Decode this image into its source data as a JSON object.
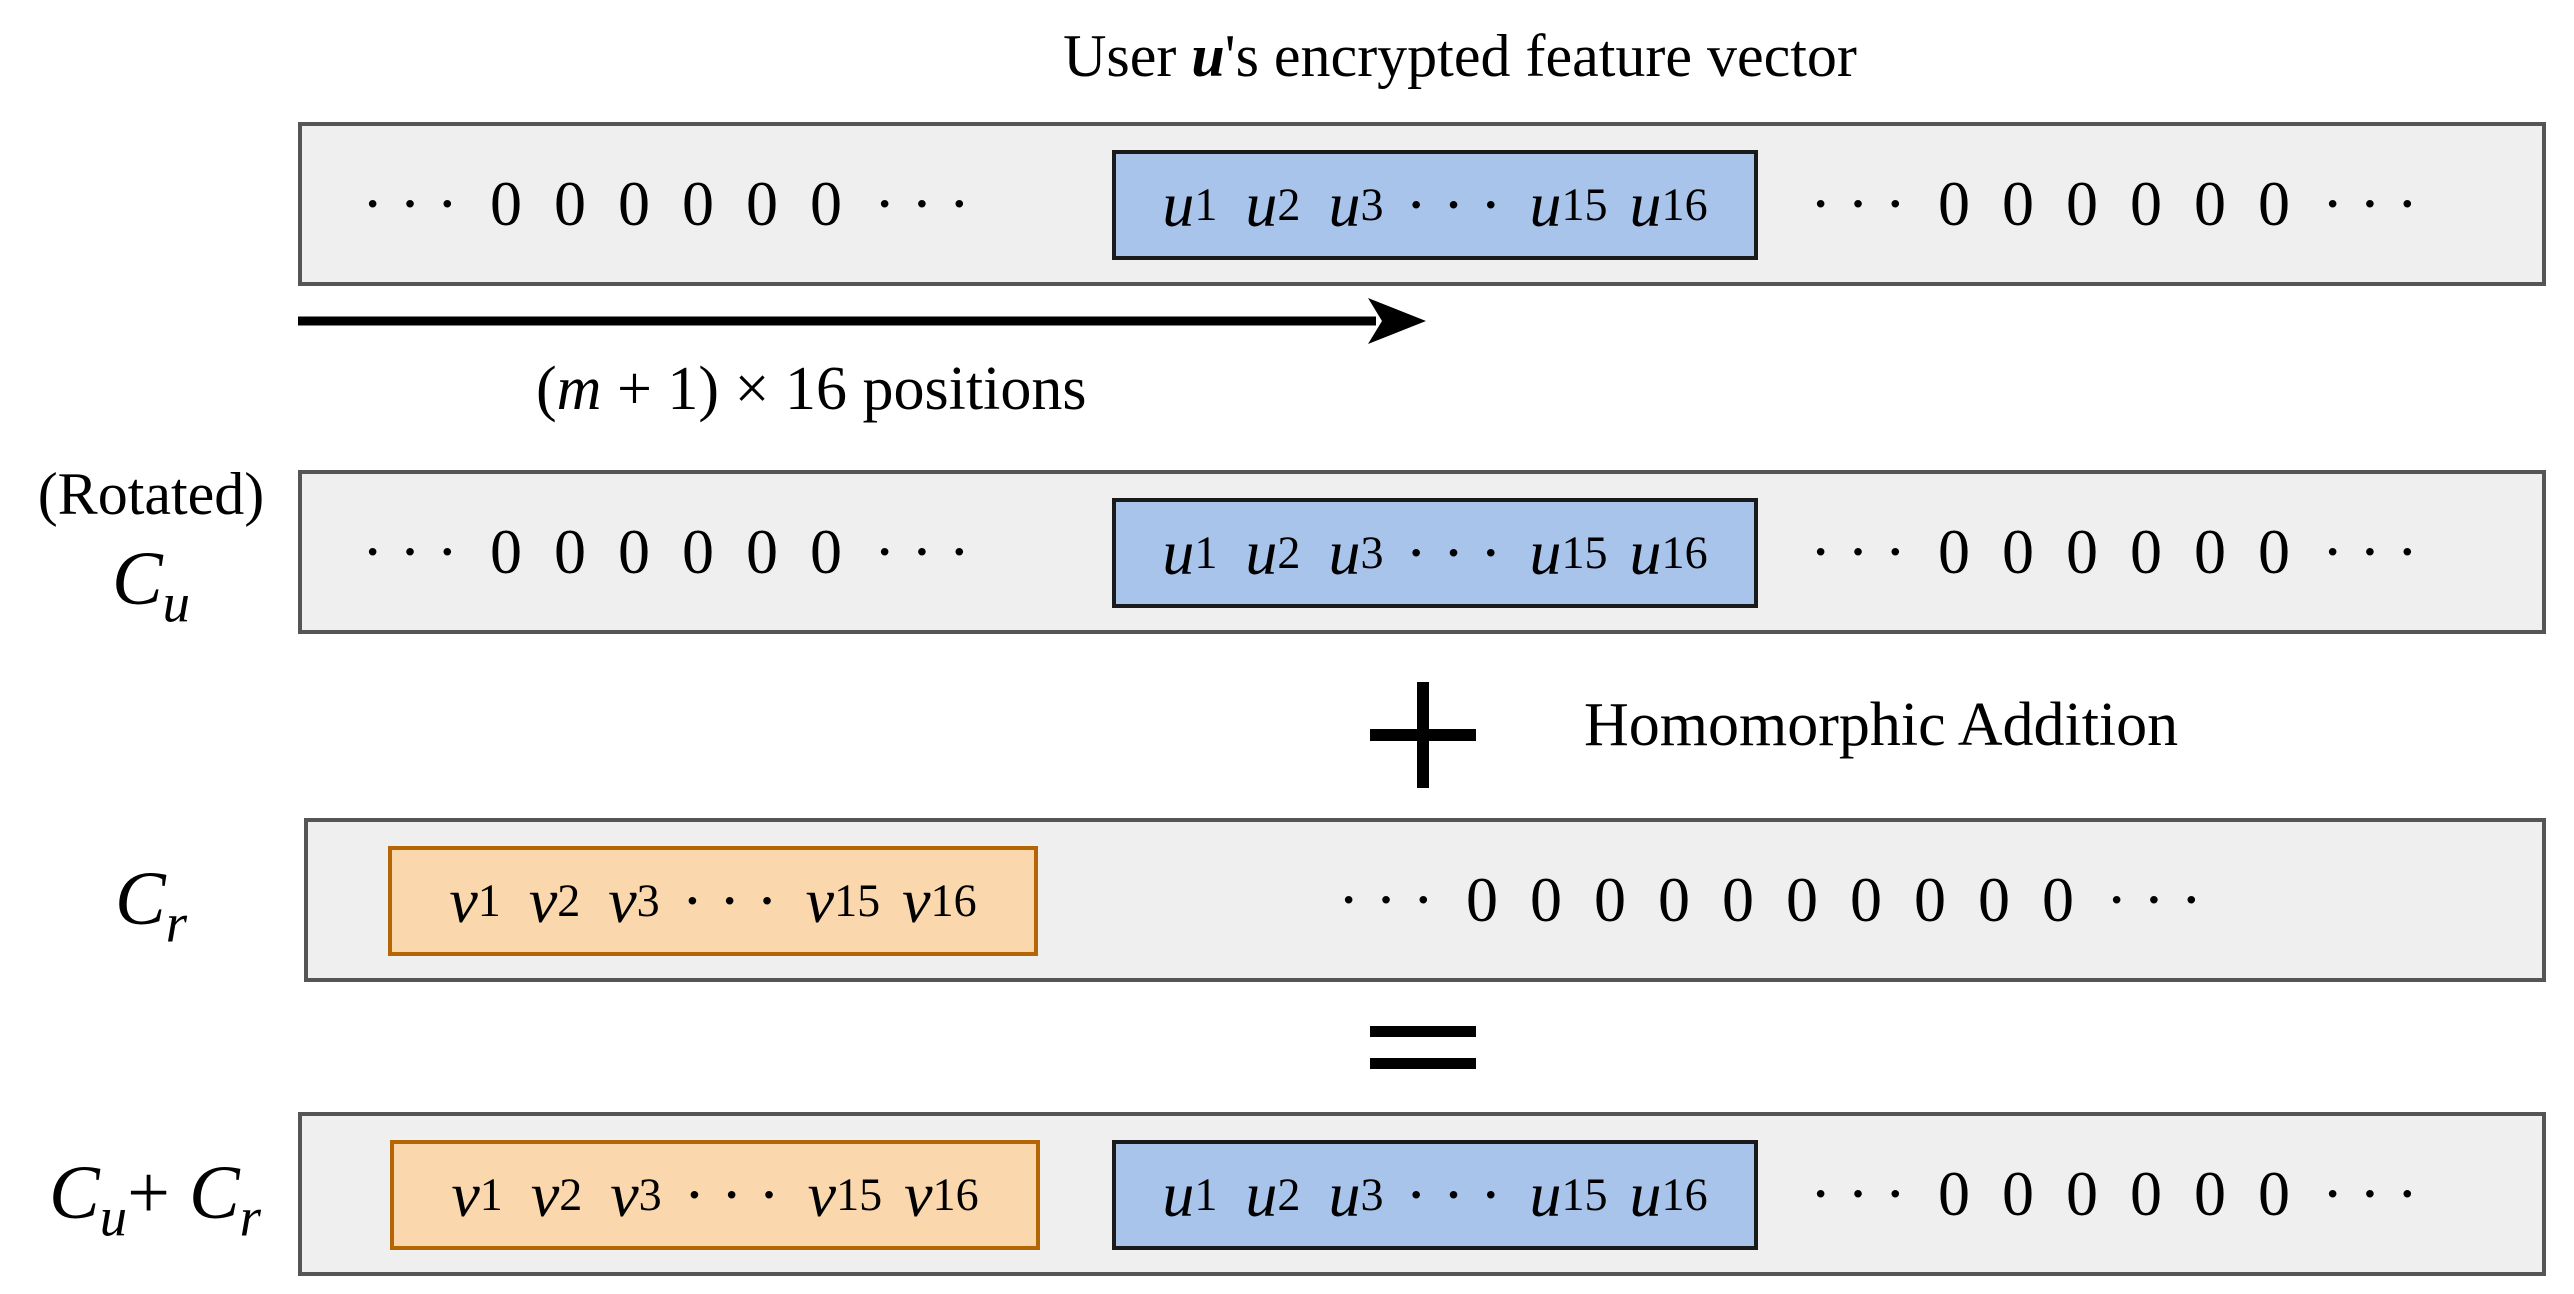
{
  "title": {
    "prefix": "User ",
    "emph": "u",
    "suffix": "'s encrypted feature vector"
  },
  "shift_label": "(m + 1) × 16 positions",
  "shift_parts": {
    "open": "(",
    "m": "m",
    "rest": " + 1) × 16 positions"
  },
  "rotated_label": "(Rotated)",
  "row_labels": {
    "cu": "C",
    "cu_sub": "u",
    "cr": "C",
    "cr_sub": "r",
    "sum_a": "C",
    "sum_a_sub": "u",
    "plus": "+ ",
    "sum_b": "C",
    "sum_b_sub": "r"
  },
  "operations": {
    "addition": "Homomorphic Addition",
    "plus_symbol": "+",
    "equals_symbol": "="
  },
  "vector_u": {
    "var": "u",
    "subs": [
      "1",
      "2",
      "3",
      "15",
      "16"
    ],
    "ellipsis": "· · ·"
  },
  "vector_v": {
    "var": "v",
    "subs": [
      "1",
      "2",
      "3",
      "15",
      "16"
    ],
    "ellipsis": "· · ·"
  },
  "padding": {
    "six_zeros": "· · ·  0  0  0  0  0  0  · · ·",
    "ten_zeros": "· · ·  0  0  0  0  0  0  0  0  0  0  · · ·"
  },
  "colors": {
    "user_block": "#a9c4eb",
    "random_block": "#fad7ac",
    "row_fill": "#efefef",
    "row_border": "#555555"
  }
}
